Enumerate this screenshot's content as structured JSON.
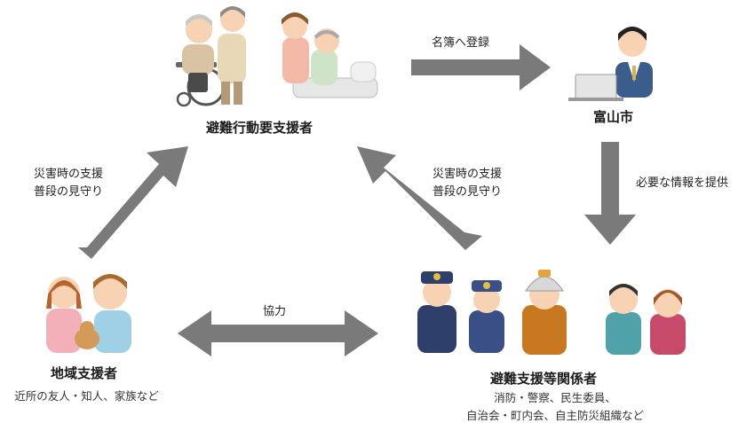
{
  "nodes": {
    "top": {
      "title": "避難行動要支援者"
    },
    "city": {
      "title": "富山市"
    },
    "local": {
      "title": "地域支援者",
      "subtitle": "近所の友人・知人、家族など"
    },
    "orgs": {
      "title": "避難支援等関係者",
      "subtitle_line1": "消防・警察、民生委員、",
      "subtitle_line2": "自治会・町内会、自主防災組織など"
    }
  },
  "edges": {
    "register": "名簿へ登録",
    "provide": "必要な情報を提供",
    "left_support_line1": "災害時の支援",
    "left_support_line2": "普段の見守り",
    "right_support_line1": "災害時の支援",
    "right_support_line2": "普段の見守り",
    "cooperate": "協力"
  },
  "colors": {
    "arrow": "#7a7a7a",
    "skin": "#f7d2b3",
    "police": "#2f3f6b",
    "fire": "#c8781e"
  }
}
